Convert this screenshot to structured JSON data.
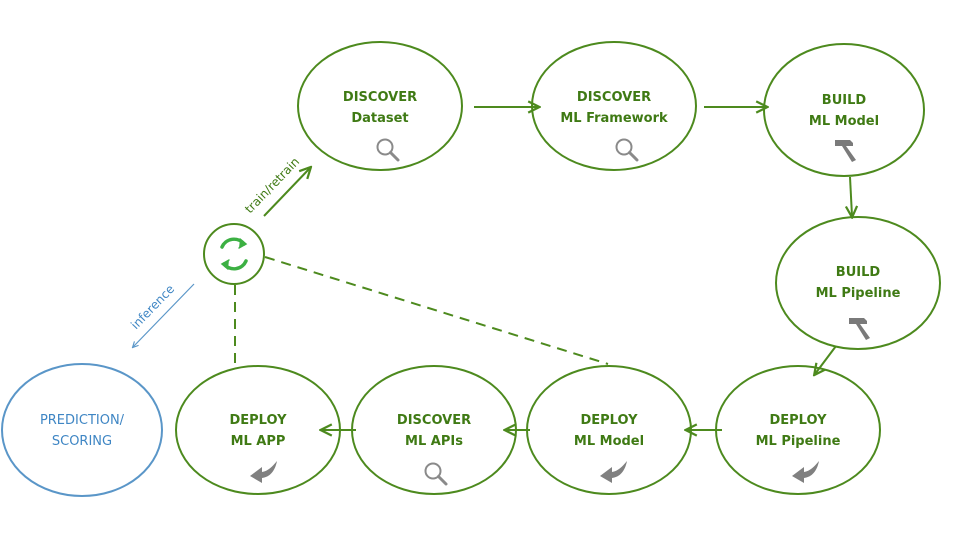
{
  "colors": {
    "green": "#4d8a1e",
    "green_text": "#3f7a14",
    "cycle_green": "#3cb043",
    "blue": "#5a96c8",
    "blue_text": "#3f86c4",
    "icon_gray": "#8a8a8a"
  },
  "nodes": {
    "discover_dataset": {
      "line1": "DISCOVER",
      "line2": "Dataset",
      "icon": "magnifier-icon"
    },
    "discover_framework": {
      "line1": "DISCOVER",
      "line2": "ML Framework",
      "icon": "magnifier-icon"
    },
    "build_model": {
      "line1": "BUILD",
      "line2": "ML Model",
      "icon": "hammer-icon"
    },
    "build_pipeline": {
      "line1": "BUILD",
      "line2": "ML Pipeline",
      "icon": "hammer-icon"
    },
    "deploy_pipeline": {
      "line1": "DEPLOY",
      "line2": "ML Pipeline",
      "icon": "deploy-arrow-icon"
    },
    "deploy_model": {
      "line1": "DEPLOY",
      "line2": "ML Model",
      "icon": "deploy-arrow-icon"
    },
    "discover_apis": {
      "line1": "DISCOVER",
      "line2": "ML APIs",
      "icon": "magnifier-icon"
    },
    "deploy_app": {
      "line1": "DEPLOY",
      "line2": "ML APP",
      "icon": "deploy-arrow-icon"
    },
    "prediction": {
      "line1": "PREDICTION/",
      "line2": "SCORING"
    },
    "cycle": {
      "icon": "refresh-cycle-icon"
    }
  },
  "edges": {
    "train_label": "train/retrain",
    "inference_label": "inference"
  }
}
